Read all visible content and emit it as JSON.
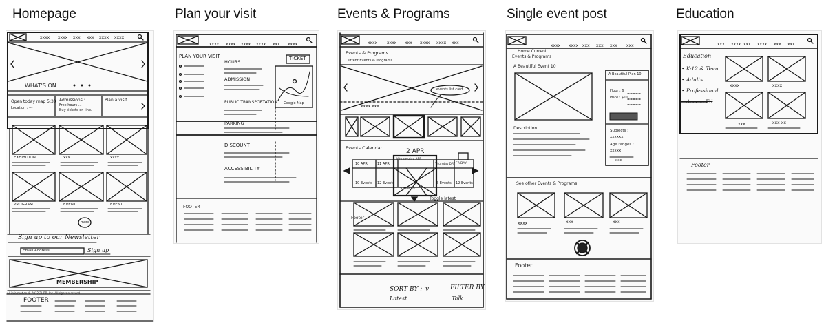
{
  "columns": [
    {
      "title": "Homepage"
    },
    {
      "title": "Plan your visit"
    },
    {
      "title": "Events & Programs"
    },
    {
      "title": "Single event post"
    },
    {
      "title": "Education"
    }
  ],
  "nav": {
    "home": [
      "xxxx",
      "xxxx",
      "xxx",
      "xxx",
      "xxxx",
      "xxxx"
    ],
    "plan": [
      "xxxx",
      "xxxx",
      "xxxx",
      "xxxx",
      "xxx",
      "xxxx"
    ],
    "events": [
      "xxxx",
      "xxxx",
      "xxx",
      "xxxx",
      "xxxx",
      "xxx"
    ],
    "single": [
      "xxxx",
      "xxxx",
      "xxx",
      "xxx",
      "xxx",
      "xxx"
    ],
    "edu": [
      "xxx",
      "xxxx",
      "xxx",
      "xxxx",
      "xxx",
      "xxx"
    ]
  },
  "homepage": {
    "whats_on": "WHAT'S ON",
    "open_today": "Open today map 5:30",
    "location": "Location : ---",
    "admissions": "Admissions :",
    "admissions_sub1": "Free hours ...",
    "admissions_sub2": "Buy tickets on line.",
    "plan_visit": "Plan a visit",
    "tiles_row1": [
      "EXHIBITION",
      "xxx",
      "xxxx"
    ],
    "tiles_row2": [
      "PROGRAM",
      "EVENT",
      "EVENT"
    ],
    "more": "more",
    "newsletter": "Sign up to our Newsletter",
    "email_placeholder": "Email Address",
    "signup": "Sign up",
    "membership": "MEMBERSHIP",
    "copyright": "All information © 2012 ZURB, Inc. All rights reserved.",
    "footer": "FOOTER"
  },
  "plan": {
    "page_title": "PLAN YOUR VISIT",
    "ticket": "TICKET",
    "sections": [
      "HOURS",
      "ADMISSION",
      "PUBLIC TRANSPORTATION",
      "PARKING",
      "DISCOUNT",
      "ACCESSIBILITY"
    ],
    "map_label": "Google Map",
    "footer": "FOOTER"
  },
  "events": {
    "breadcrumb": "Events & Programs",
    "sub": "Current Events & Programs",
    "highlight": "events list card",
    "caption": "xxxx  xxx",
    "calendar": "Events Calendar",
    "month": "2 APR",
    "days": [
      "10 APR",
      "11 APR",
      "Wednesday APR",
      "Thursday DAY",
      "FRIDAY"
    ],
    "counts": [
      "10 Events",
      "12 Events",
      "15 Events",
      "5 Events",
      "12 Events"
    ],
    "toggle": "Toggle latest",
    "list_label": "Footer",
    "sort_by": "SORT BY :",
    "sort_value": "Latest",
    "filter_by": "FILTER BY",
    "filter_value": "Talk"
  },
  "single": {
    "breadcrumb1": "Home  Current",
    "breadcrumb2": "Events & Programs",
    "title": "A Beautiful Event 10",
    "side_title": "A Beautiful Plan 10",
    "floor": "Floor : 6",
    "price": "Price : $10",
    "description": "Description",
    "subjects": "Subjects :",
    "subjects_val": "xxxxxx",
    "age": "Age ranges :",
    "age_val": "xxxxx",
    "tag": "xxx",
    "see_other": "See other Events & Programs",
    "thumbs": [
      "xxxx",
      "xxx",
      "xxx"
    ],
    "footer": "Footer"
  },
  "education": {
    "heading": "Education",
    "menu": [
      "K-12 & Teen",
      "Adults",
      "Professional",
      "Access Ed"
    ],
    "captions": [
      "xxxx",
      "xxxx",
      "xxx",
      "xxx-xx"
    ],
    "footer": "Footer"
  }
}
